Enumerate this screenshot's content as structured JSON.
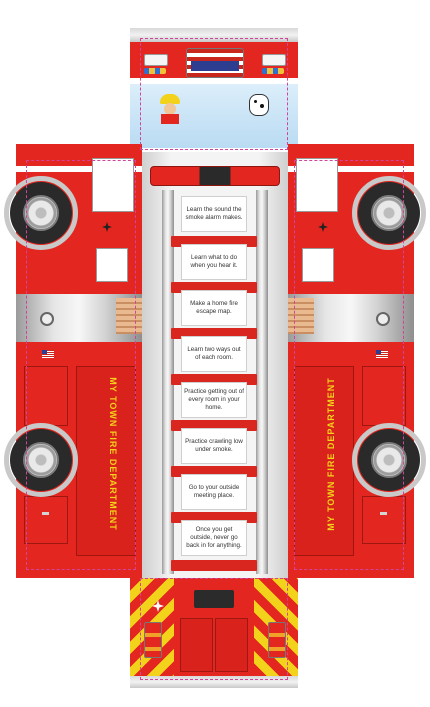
{
  "ladder": {
    "steps": [
      "Learn the sound the smoke alarm makes.",
      "Learn what to do when you hear it.",
      "Make a home fire escape map.",
      "Learn two ways out of each room.",
      "Practice getting out of every room in your home.",
      "Practice crawling low under smoke.",
      "Go to your outside meeting place.",
      "Once you get outside, never go back in for anything."
    ]
  },
  "truck": {
    "left_side_label": "MY TOWN FIRE DEPARTMENT",
    "right_side_label": "MY TOWN FIRE DEPARTMENT"
  },
  "colors": {
    "body_red": "#e3261f",
    "dark_red": "#b71912",
    "stripe_yellow": "#f3d21b",
    "cut_line": "#d0449a",
    "chrome": "#d4d4d4"
  },
  "icons": {
    "wheel": "wheel-icon",
    "flag": "american-flag-icon",
    "emblem": "maltese-cross-icon",
    "firefighter": "firefighter-icon",
    "dalmatian": "dalmatian-dog-icon"
  }
}
